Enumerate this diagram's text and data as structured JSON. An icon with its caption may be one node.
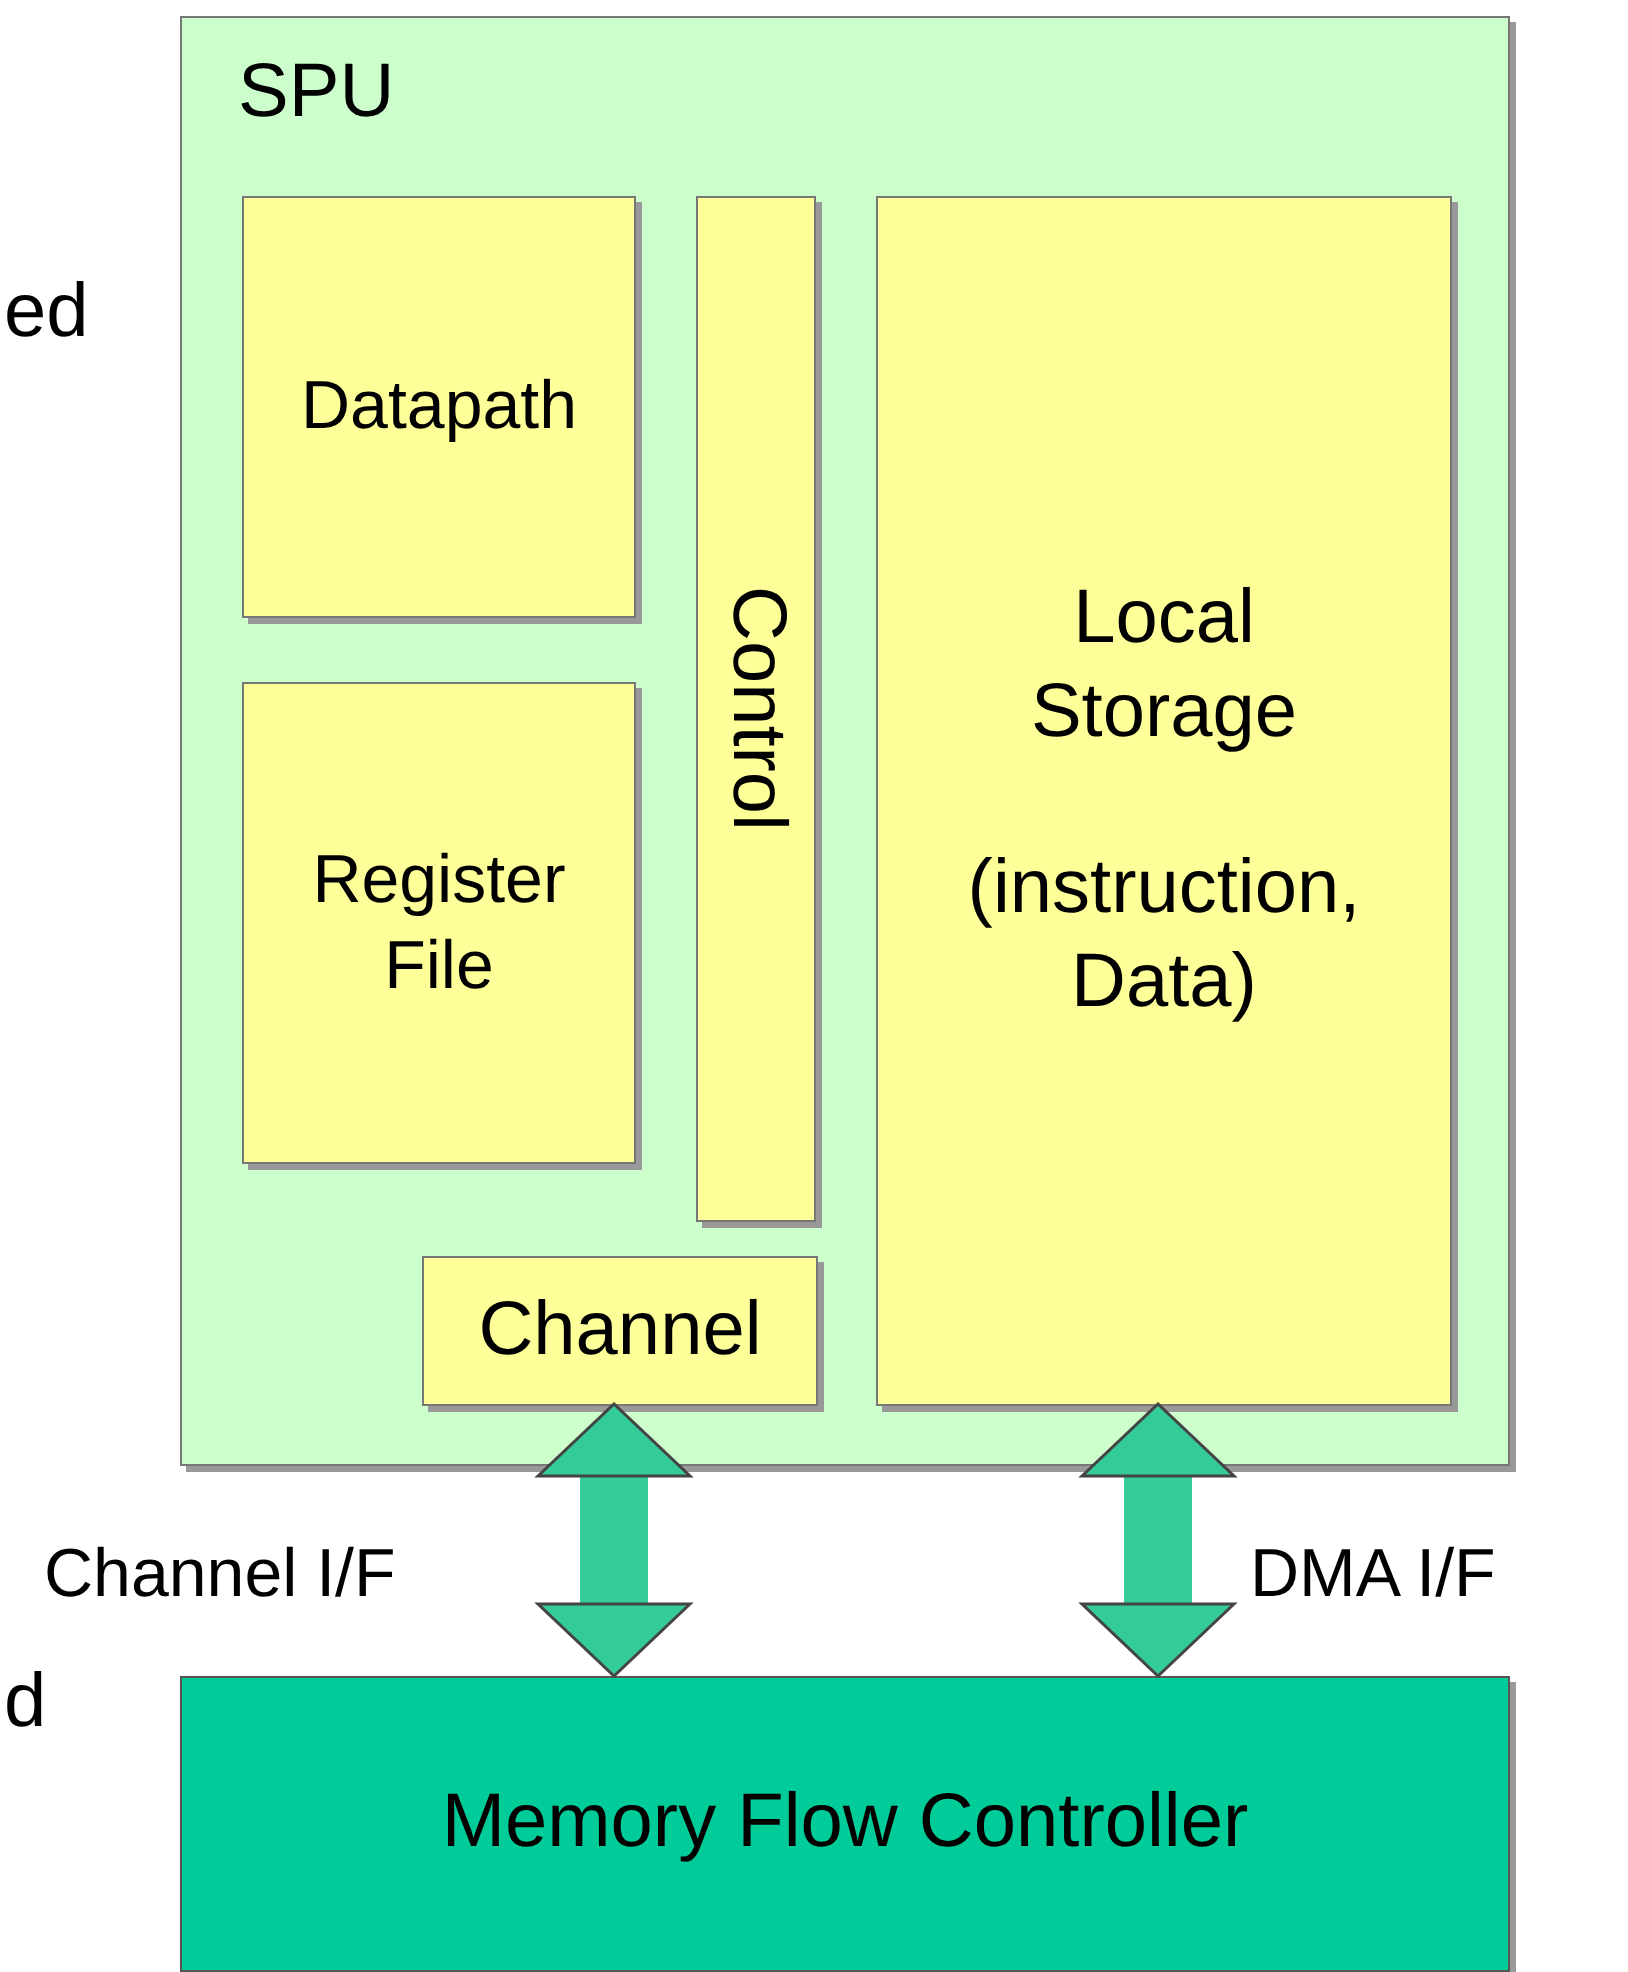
{
  "diagram": {
    "nodes": [
      {
        "text": [
          "SPU"
        ]
      },
      {
        "text": [
          "Datapath"
        ],
        "in": 0
      },
      {
        "text": [
          "Register File"
        ],
        "in": 0
      },
      {
        "text": [
          "Control"
        ],
        "in": 0
      },
      {
        "text": [
          "Channel"
        ],
        "in": 0
      },
      {
        "text": [
          "Local Storage",
          "(instruction, Data)"
        ],
        "in": 0
      },
      {
        "text": [
          "Memory Flow Controller"
        ]
      }
    ],
    "edges": [
      {
        "from": 4,
        "to": 6,
        "arrow": "both",
        "label": "Channel I/F"
      },
      {
        "from": 5,
        "to": 6,
        "arrow": "both",
        "label": "DMA I/F"
      }
    ],
    "labels": [
      "ed",
      "d"
    ]
  }
}
